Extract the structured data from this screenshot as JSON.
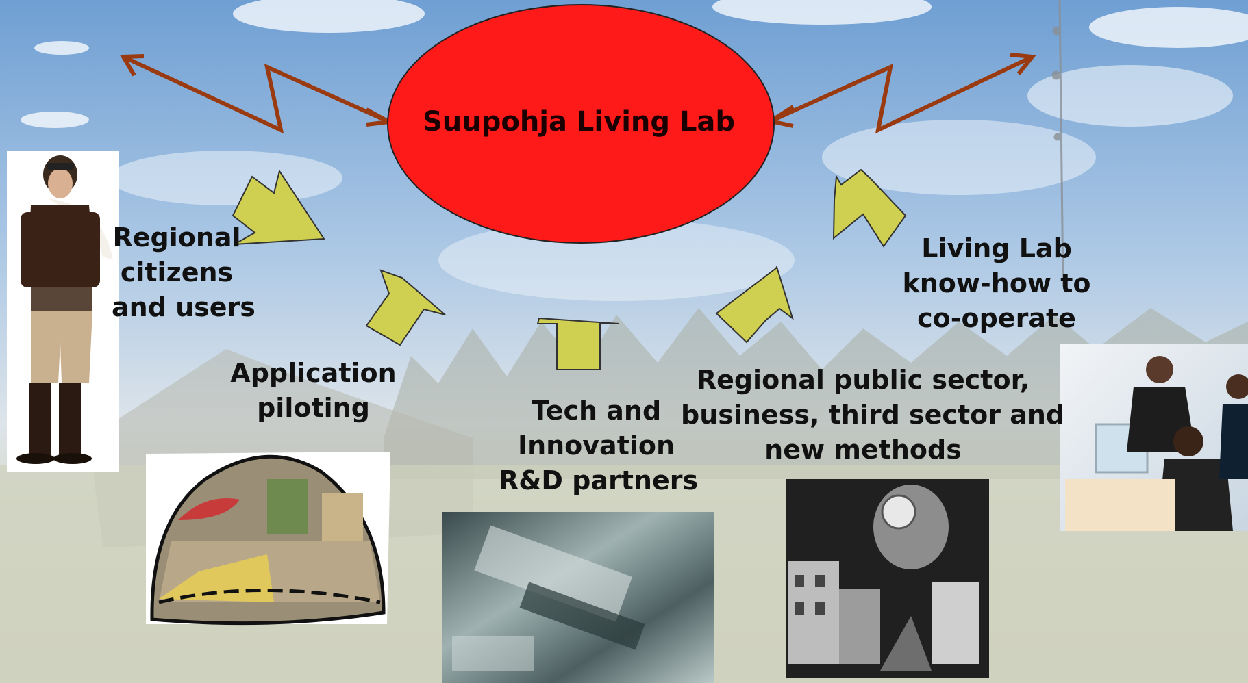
{
  "center": {
    "title": "Suupohja Living Lab",
    "fill": "#ff1a1a"
  },
  "labels": {
    "citizens": [
      "Regional",
      "citizens",
      "and users"
    ],
    "piloting": [
      "Application",
      "piloting"
    ],
    "tech": [
      "Tech and",
      "Innovation",
      "R&D partners"
    ],
    "public": [
      "Regional public sector,",
      "business, third sector and",
      "new methods"
    ],
    "knowhow": [
      "Living Lab",
      "know-how to",
      "co-operate"
    ]
  },
  "colors": {
    "arrow_fill": "#cfcf52",
    "connector": "#9a3a10",
    "sky": "#8fb7dd",
    "field": "#d4d6c4"
  },
  "icons": [
    "aviator-photo",
    "street-dome-photo",
    "machinery-photo",
    "model-maker-photo",
    "office-team-photo",
    "radio-mast"
  ]
}
